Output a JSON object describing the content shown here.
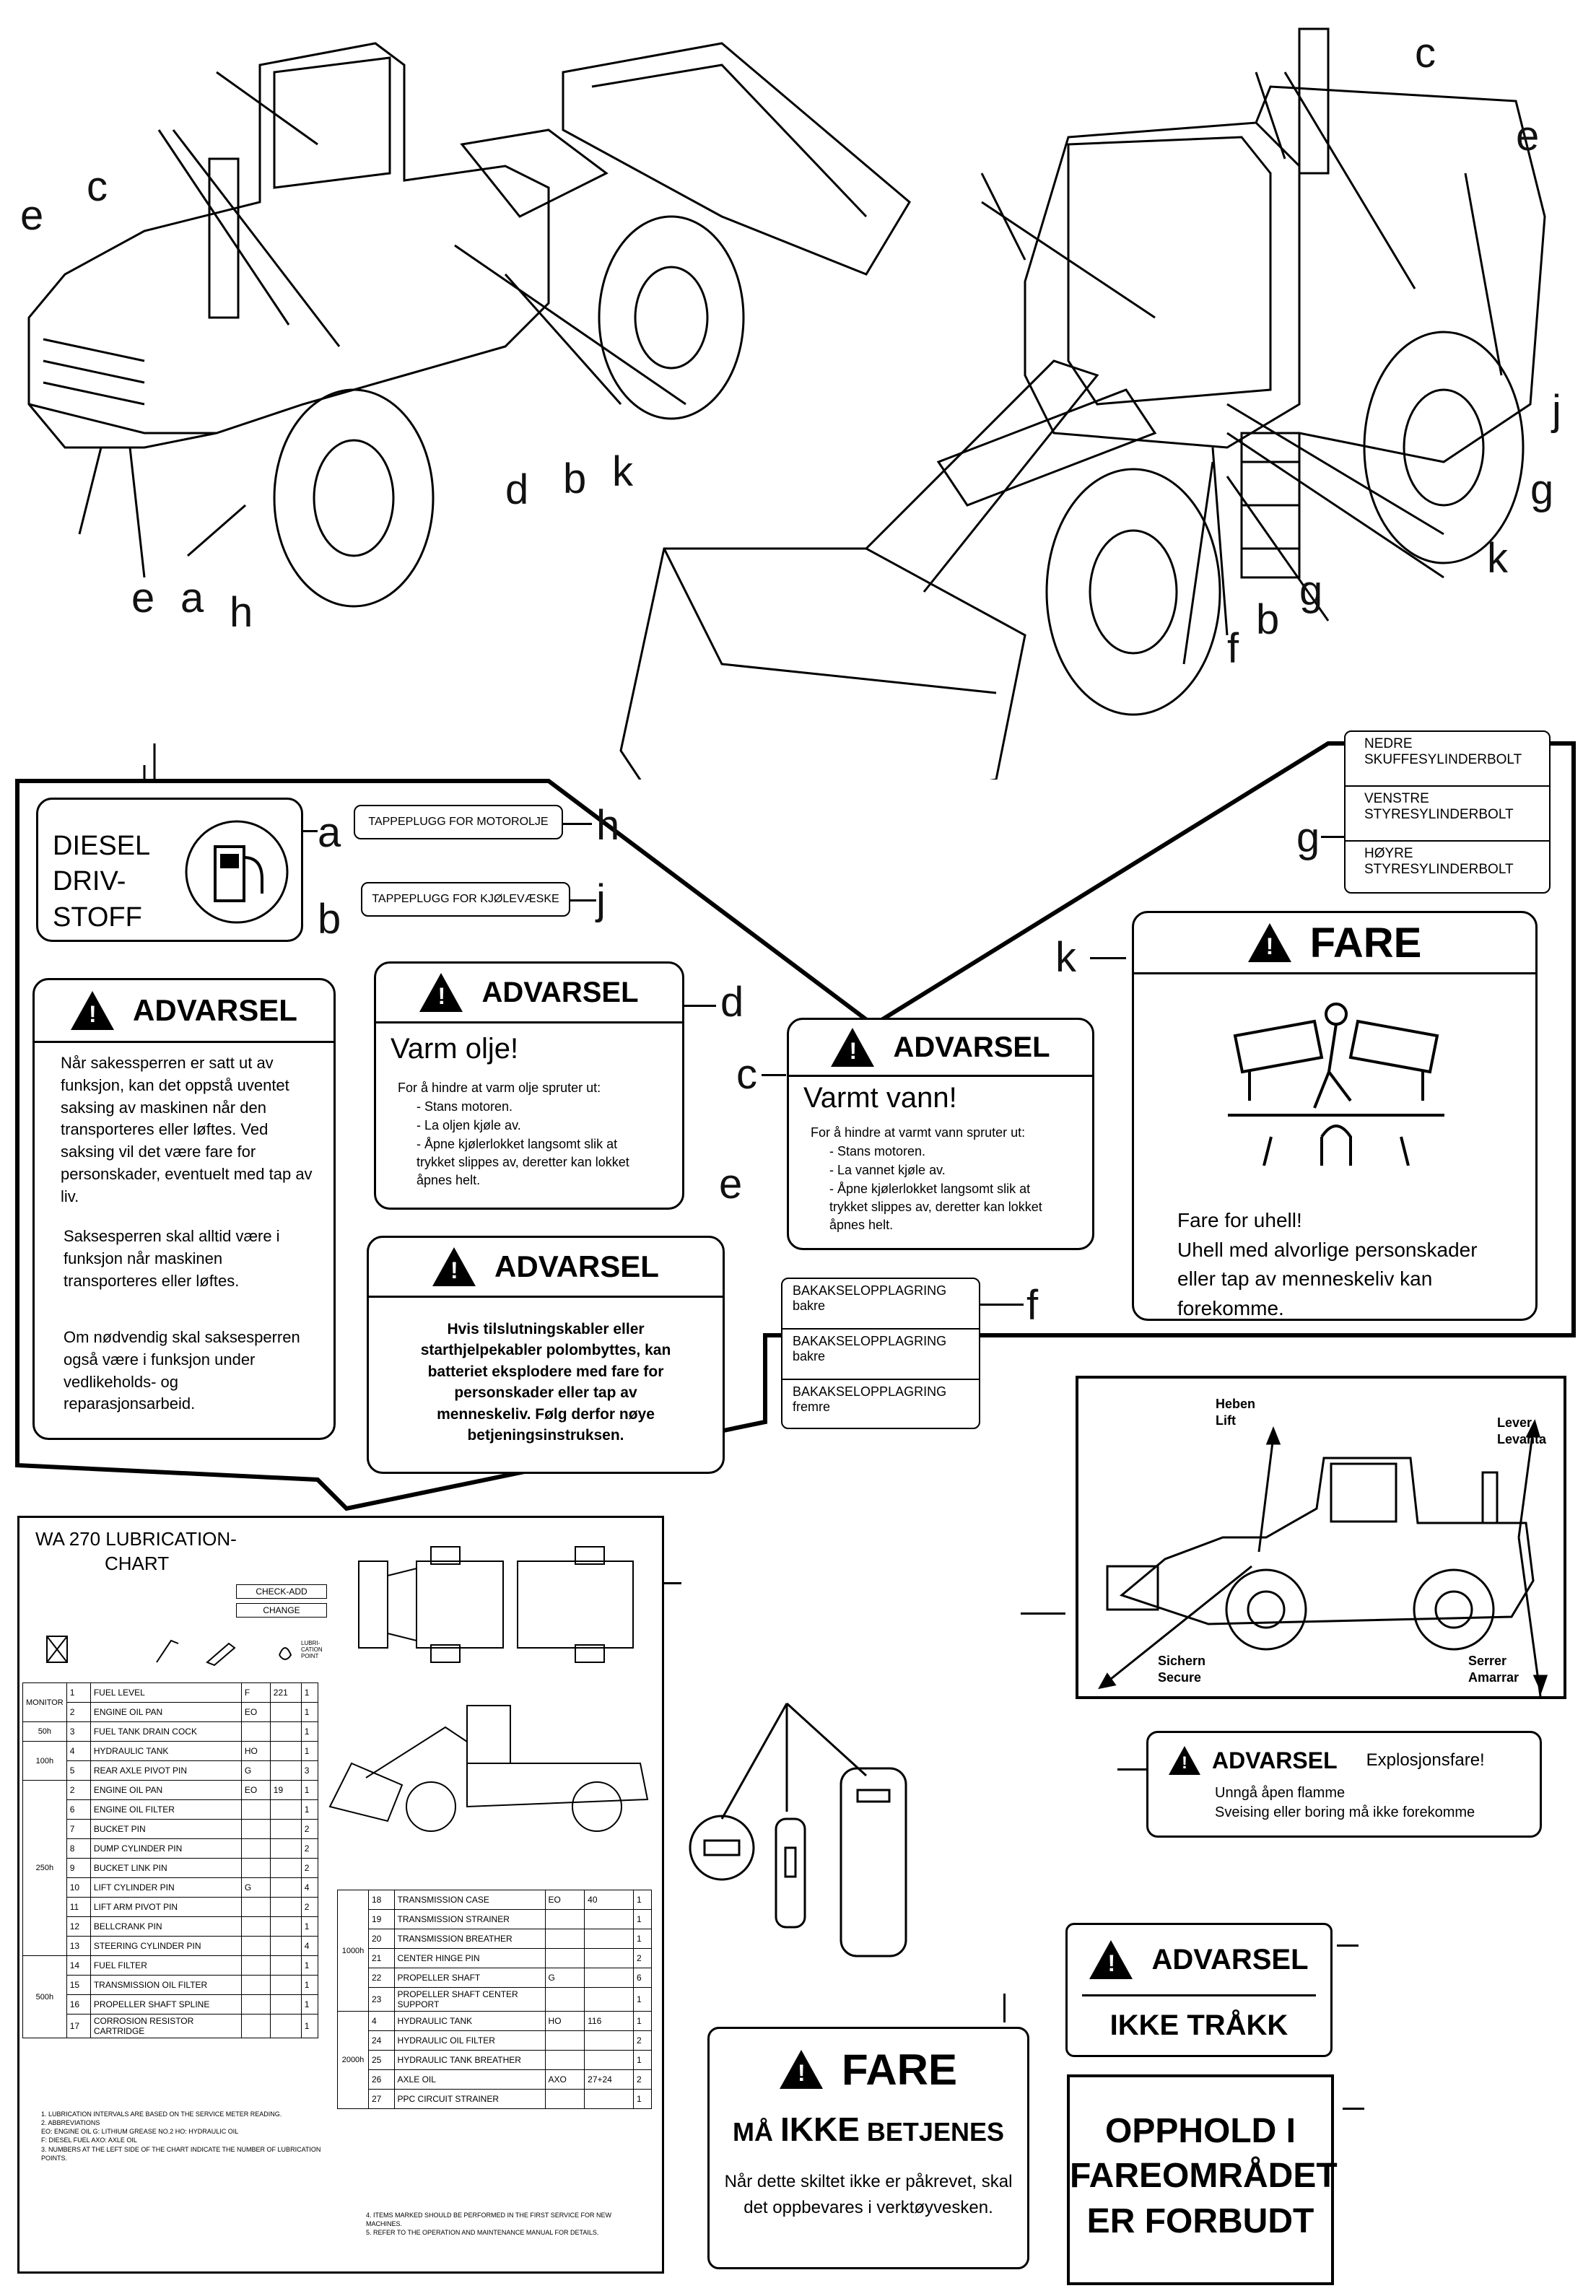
{
  "callouts_top_left": [
    "e",
    "c",
    "d",
    "b",
    "k",
    "e",
    "a",
    "h"
  ],
  "callouts_top_right": [
    "c",
    "e",
    "j",
    "g",
    "k",
    "g",
    "b",
    "f"
  ],
  "panel": {
    "a": {
      "letter": "a",
      "text": [
        "DIESEL",
        "DRIV-",
        "STOFF"
      ]
    },
    "h": {
      "letter": "h",
      "text": "TAPPEPLUGG FOR MOTOROLJE"
    },
    "j": {
      "letter": "j",
      "text": "TAPPEPLUGG FOR KJØLEVÆSKE"
    },
    "b": {
      "letter": "b",
      "header": "ADVARSEL",
      "p1": "Når sakessperren er satt ut av funksjon, kan det oppstå uventet saksing av maskinen når den transporteres eller løftes. Ved saksing vil det være fare for personskader, eventuelt med tap av liv.",
      "b1": "Saksesperren skal alltid være i funksjon når maskinen transporteres eller løftes.",
      "b2": "Om nødvendig skal saksesperren også være i funksjon under vedlikeholds- og reparasjonsarbeid."
    },
    "d": {
      "letter": "d",
      "header": "ADVARSEL",
      "title": "Varm olje!",
      "intro": "For å hindre at varm olje spruter ut:",
      "i1": "- Stans motoren.",
      "i2": "- La oljen kjøle av.",
      "i3": "- Åpne kjølerlokket langsomt slik at trykket slippes av, deretter kan lokket åpnes helt."
    },
    "c": {
      "letter": "c",
      "header": "ADVARSEL",
      "title": "Varmt vann!",
      "intro": "For å hindre at varmt vann spruter ut:",
      "i1": "- Stans motoren.",
      "i2": "- La vannet kjøle av.",
      "i3": "- Åpne kjølerlokket langsomt slik at trykket slippes av, deretter kan lokket åpnes helt."
    },
    "e": {
      "letter": "e",
      "header": "ADVARSEL",
      "text": "Hvis tilslutningskabler eller starthjelpekabler polombyttes, kan batteriet eksplodere med fare for personskader eller tap av menneskeliv. Følg derfor nøye betjeningsinstruksen."
    },
    "f": {
      "letter": "f",
      "rows": [
        [
          "BAKAKSELOPPLAGRING",
          "bakre"
        ],
        [
          "BAKAKSELOPPLAGRING",
          "bakre"
        ],
        [
          "BAKAKSELOPPLAGRING",
          "fremre"
        ]
      ]
    },
    "g": {
      "letter": "g",
      "rows": [
        [
          "NEDRE",
          "SKUFFESYLINDERBOLT"
        ],
        [
          "VENSTRE",
          "STYRESYLINDERBOLT"
        ],
        [
          "HØYRE",
          "STYRESYLINDERBOLT"
        ]
      ]
    },
    "k": {
      "letter": "k",
      "header": "FARE",
      "l1": "Fare for uhell!",
      "l2": "Uhell med alvorlige personskader",
      "l3": "eller tap av menneskeliv kan forekomme."
    }
  },
  "lift": {
    "heben": "Heben",
    "lift": "Lift",
    "lever": "Lever",
    "levanta": "Levanta",
    "sichern": "Sichern",
    "secure": "Secure",
    "serrer": "Serrer",
    "amarrar": "Amarrar"
  },
  "explosion": {
    "header": "ADVARSEL",
    "extra": "Explosjonsfare!",
    "l1": "Unngå åpen flamme",
    "l2": "Sveising eller boring må ikke forekomme"
  },
  "trakk": {
    "header": "ADVARSEL",
    "text": "IKKE TRÅKK"
  },
  "opphold": {
    "l1": "OPPHOLD I",
    "l2": "FAREOMRÅDET",
    "l3": "ER FORBUDT"
  },
  "fare2": {
    "header": "FARE",
    "l1a": "MÅ ",
    "l1b": "IKKE",
    "l1c": " BETJENES",
    "l2": "Når dette skiltet ikke er påkrevet, skal",
    "l3": "det oppbevares i verktøyvesken."
  },
  "lub": {
    "title1": "WA 270 LUBRICATION-",
    "title2": "CHART",
    "check": "CHECK-ADD",
    "change": "CHANGE",
    "lube_pt": "LUBRI-CATION POINT",
    "groups": [
      {
        "label": "MONITOR",
        "rows": [
          [
            "1",
            "FUEL LEVEL",
            "F",
            "221",
            "1"
          ],
          [
            "2",
            "ENGINE OIL PAN",
            "EO",
            "",
            "1"
          ]
        ]
      },
      {
        "label": "50h",
        "rows": [
          [
            "3",
            "FUEL TANK DRAIN COCK",
            "",
            "",
            "1"
          ]
        ]
      },
      {
        "label": "100h",
        "rows": [
          [
            "4",
            "HYDRAULIC TANK",
            "HO",
            "",
            "1"
          ],
          [
            "5",
            "REAR AXLE PIVOT PIN",
            "G",
            "",
            "3"
          ]
        ]
      },
      {
        "label": "250h",
        "rows": [
          [
            "2",
            "ENGINE OIL PAN",
            "EO",
            "19",
            "1"
          ],
          [
            "6",
            "ENGINE OIL FILTER",
            "",
            "",
            "1"
          ],
          [
            "7",
            "BUCKET PIN",
            "",
            "",
            "2"
          ],
          [
            "8",
            "DUMP CYLINDER PIN",
            "",
            "",
            "2"
          ],
          [
            "9",
            "BUCKET LINK PIN",
            "",
            "",
            "2"
          ],
          [
            "10",
            "LIFT CYLINDER PIN",
            "G",
            "",
            "4"
          ],
          [
            "11",
            "LIFT ARM PIVOT PIN",
            "",
            "",
            "2"
          ],
          [
            "12",
            "BELLCRANK PIN",
            "",
            "",
            "1"
          ],
          [
            "13",
            "STEERING CYLINDER PIN",
            "",
            "",
            "4"
          ]
        ]
      },
      {
        "label": "500h",
        "rows": [
          [
            "14",
            "FUEL FILTER",
            "",
            "",
            "1"
          ],
          [
            "15",
            "TRANSMISSION OIL FILTER",
            "",
            "",
            "1"
          ],
          [
            "16",
            "PROPELLER SHAFT SPLINE",
            "",
            "",
            "1"
          ],
          [
            "17",
            "CORROSION RESISTOR CARTRIDGE",
            "",
            "",
            "1"
          ]
        ]
      }
    ],
    "groups2": [
      {
        "label": "1000h",
        "rows": [
          [
            "18",
            "TRANSMISSION CASE",
            "EO",
            "40",
            "1"
          ],
          [
            "19",
            "TRANSMISSION STRAINER",
            "",
            "",
            "1"
          ],
          [
            "20",
            "TRANSMISSION BREATHER",
            "",
            "",
            "1"
          ],
          [
            "21",
            "CENTER HINGE PIN",
            "",
            "",
            "2"
          ],
          [
            "22",
            "PROPELLER SHAFT",
            "G",
            "",
            "6"
          ],
          [
            "23",
            "PROPELLER SHAFT CENTER SUPPORT",
            "",
            "",
            "1"
          ]
        ]
      },
      {
        "label": "2000h",
        "rows": [
          [
            "4",
            "HYDRAULIC TANK",
            "HO",
            "116",
            "1"
          ],
          [
            "24",
            "HYDRAULIC OIL FILTER",
            "",
            "",
            "2"
          ],
          [
            "25",
            "HYDRAULIC TANK BREATHER",
            "",
            "",
            "1"
          ],
          [
            "26",
            "AXLE OIL",
            "AXO",
            "27+24",
            "2"
          ],
          [
            "27",
            "PPC CIRCUIT STRAINER",
            "",
            "",
            "1"
          ]
        ]
      }
    ],
    "notes": [
      "1. LUBRICATION INTERVALS ARE BASED ON THE SERVICE METER READING.",
      "2. ABBREVIATIONS",
      "EO: ENGINE OIL   G: LITHIUM GREASE NO.2   HO: HYDRAULIC OIL",
      "F: DIESEL FUEL   AXO: AXLE OIL",
      "3. NUMBERS AT THE LEFT SIDE OF THE CHART INDICATE THE NUMBER OF LUBRICATION POINTS."
    ],
    "notes2": [
      "4. ITEMS MARKED SHOULD BE PERFORMED IN THE FIRST SERVICE FOR NEW MACHINES.",
      "5. REFER TO THE OPERATION AND MAINTENANCE MANUAL FOR DETAILS."
    ]
  }
}
